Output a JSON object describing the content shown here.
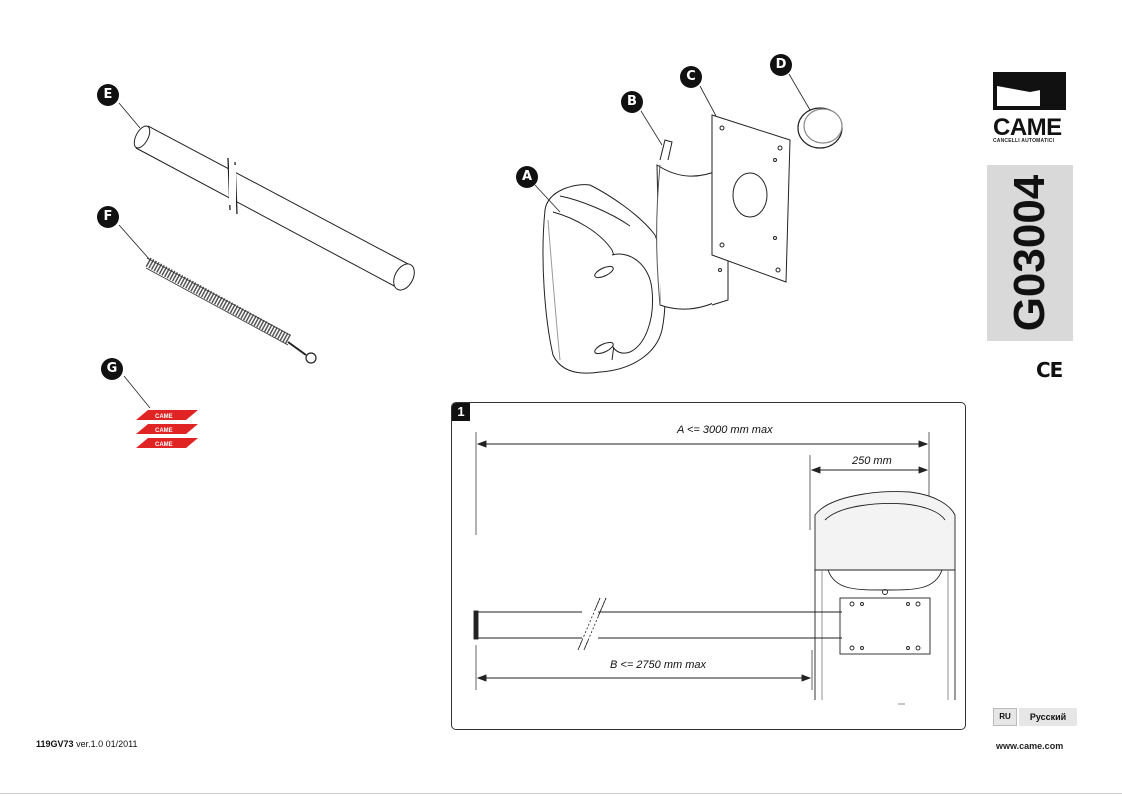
{
  "parts": {
    "labels": [
      "A",
      "B",
      "C",
      "D",
      "E",
      "F",
      "G"
    ],
    "sticker_text": "CAME"
  },
  "brand": {
    "name": "CAME",
    "tagline": "CANCELLI AUTOMATICI",
    "website": "www.came.com"
  },
  "product_code": "G03004",
  "ce_mark": "CE",
  "figure": {
    "number": "1",
    "dim_a": "A <= 3000 mm max",
    "dim_250": "250 mm",
    "dim_b": "B <= 2750 mm max"
  },
  "language": {
    "code": "RU",
    "name": "Русский"
  },
  "doc_ref": {
    "code": "119GV73",
    "version": "ver.1.0",
    "date": "01/2011"
  }
}
